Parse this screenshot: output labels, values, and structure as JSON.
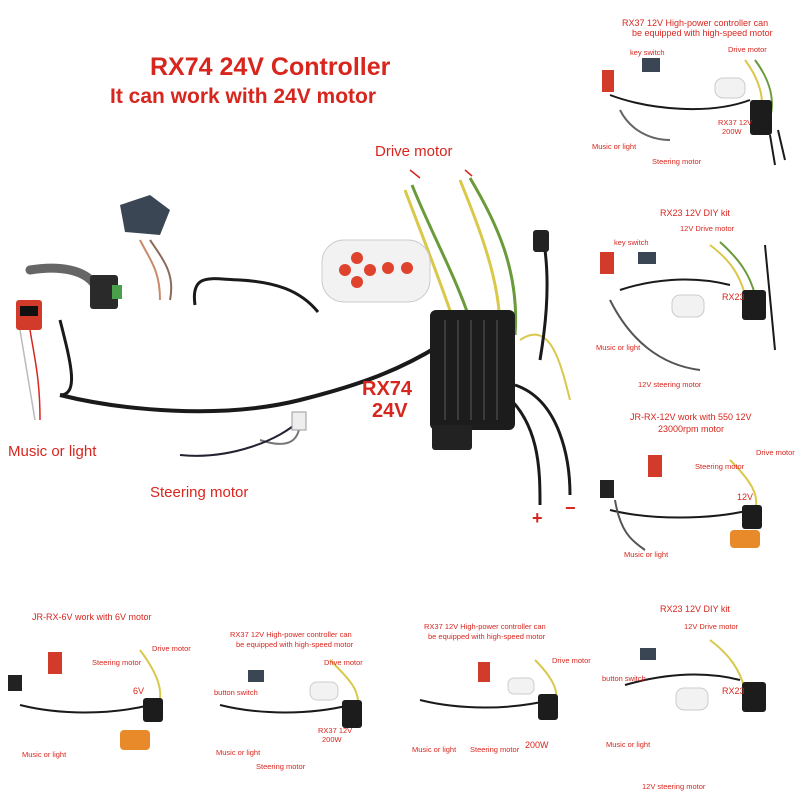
{
  "main": {
    "title": "RX74  24V Controller",
    "subtitle": "It can work with 24V motor",
    "labels": {
      "drive_motor": "Drive motor",
      "controller_line1": "RX74",
      "controller_line2": "24V",
      "music_or_light": "Music or light",
      "steering_motor": "Steering motor",
      "plus": "+",
      "minus": "−"
    }
  },
  "rx37_top": {
    "title_line1": "RX37 12V High-power controller can",
    "title_line2": "be equipped with high-speed motor",
    "key_switch": "key switch",
    "drive_motor": "Drive motor",
    "controller": "RX37 12V",
    "power": "200W",
    "music_or_light": "Music or light",
    "steering_motor": "Steering motor"
  },
  "rx23_right": {
    "title": "RX23 12V DIY kit",
    "drive_motor": "12V Drive motor",
    "key_switch": "key switch",
    "controller": "RX23",
    "music_or_light": "Music or light",
    "steering_motor": "12V steering motor"
  },
  "jr12": {
    "title_line1": "JR-RX-12V work with 550 12V",
    "title_line2": "23000rpm motor",
    "steering_motor": "Steering motor",
    "drive_motor": "Drive motor",
    "voltage": "12V",
    "music_or_light": "Music or light"
  },
  "jr6": {
    "title": "JR-RX-6V work with 6V motor",
    "steering_motor": "Steering motor",
    "drive_motor": "Drive motor",
    "voltage": "6V",
    "music_or_light": "Music or light"
  },
  "rx37_bottom_a": {
    "title_line1": "RX37 12V High-power controller can",
    "title_line2": "be equipped with high-speed motor",
    "button_switch": "button switch",
    "drive_motor": "Drive motor",
    "controller": "RX37 12V",
    "power": "200W",
    "music_or_light": "Music or light",
    "steering_motor": "Steering motor"
  },
  "rx37_bottom_b": {
    "title_line1": "RX37 12V High-power controller can",
    "title_line2": "be equipped with high-speed motor",
    "drive_motor": "Drive motor",
    "music_or_light": "Music or light",
    "steering_motor": "Steering motor",
    "power": "200W"
  },
  "rx23_bottom": {
    "title": "RX23 12V DIY kit",
    "drive_motor": "12V Drive motor",
    "button_switch": "button switch",
    "controller": "RX23",
    "music_or_light": "Music or light",
    "steering_motor": "12V steering motor"
  },
  "colors": {
    "label_red": "#d7261e",
    "wire_black": "#1a1a1a",
    "wire_yellow": "#d9c84a",
    "wire_green": "#6a9a3a",
    "remote_white": "#f2f2f2",
    "remote_button": "#e0432d",
    "remote_orange": "#e8892a"
  }
}
